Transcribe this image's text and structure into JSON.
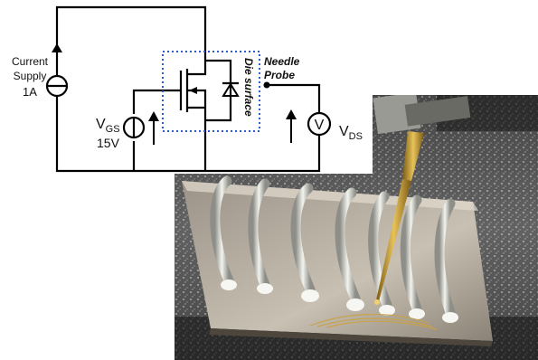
{
  "schematic": {
    "current_supply_line1": "Current",
    "current_supply_line2": "Supply",
    "current_supply_value": "1A",
    "vgs_symbol": "V",
    "vgs_subscript": "GS",
    "vgs_value": "15V",
    "die_surface_label": "Die surface",
    "needle_probe_line1": "Needle",
    "needle_probe_line2": "Probe",
    "voltmeter_symbol": "V",
    "vds_symbol": "V",
    "vds_subscript": "DS"
  },
  "photo": {
    "subject": "needle probe contacting bond wires on power module die",
    "colors": {
      "background": "#141414",
      "substrate": "#c9c2b4",
      "probe": "#c8a030",
      "wire": "#e8e8e2"
    }
  }
}
